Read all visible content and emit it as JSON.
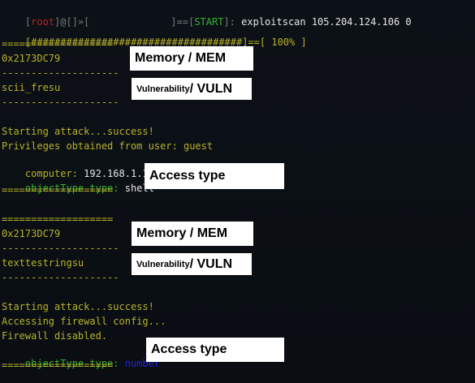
{
  "prompt": {
    "open": "[",
    "user": "root",
    "at": "]@[",
    "host": "",
    "path_open": "]»[",
    "path": "",
    "eq": "]==[",
    "start": "START",
    "close": "]:",
    "command": "exploitscan 105.204.124.106 0"
  },
  "progress": {
    "bar": "[####################################]==[",
    "percent": " 100% ]"
  },
  "block1": {
    "sep_top": "===================",
    "mem": "0x2173DC79",
    "sep_mid": "--------------------",
    "vuln": "scii_fresu",
    "sep_bot": "--------------------",
    "line_attack": "Starting attack...success!",
    "line_priv": "Privileges obtained from user: guest",
    "computer_label": "computer:",
    "computer_value": " 192.168.1.1",
    "type_label": "objectType type:",
    "type_value": " shell",
    "sep_end": "==================="
  },
  "block2": {
    "sep_top": "===================",
    "mem": "0x2173DC79",
    "sep_mid": "--------------------",
    "vuln": "texttestringsu",
    "sep_bot": "--------------------",
    "line_attack": "Starting attack...success!",
    "line_fw": "Accessing firewall config...",
    "line_fw2": "Firewall disabled.",
    "type_label": "objectType type:",
    "type_value": " number",
    "sep_end": "==================="
  },
  "labels": {
    "memory": "Memory / MEM",
    "vuln_small": "Vulnerability",
    "vuln_big": " / VULN",
    "access": "Access type"
  },
  "colors": {
    "prompt_bracket": "#b32525",
    "start": "#32b432",
    "text": "#b8b12a",
    "number_value": "#2424d6"
  }
}
